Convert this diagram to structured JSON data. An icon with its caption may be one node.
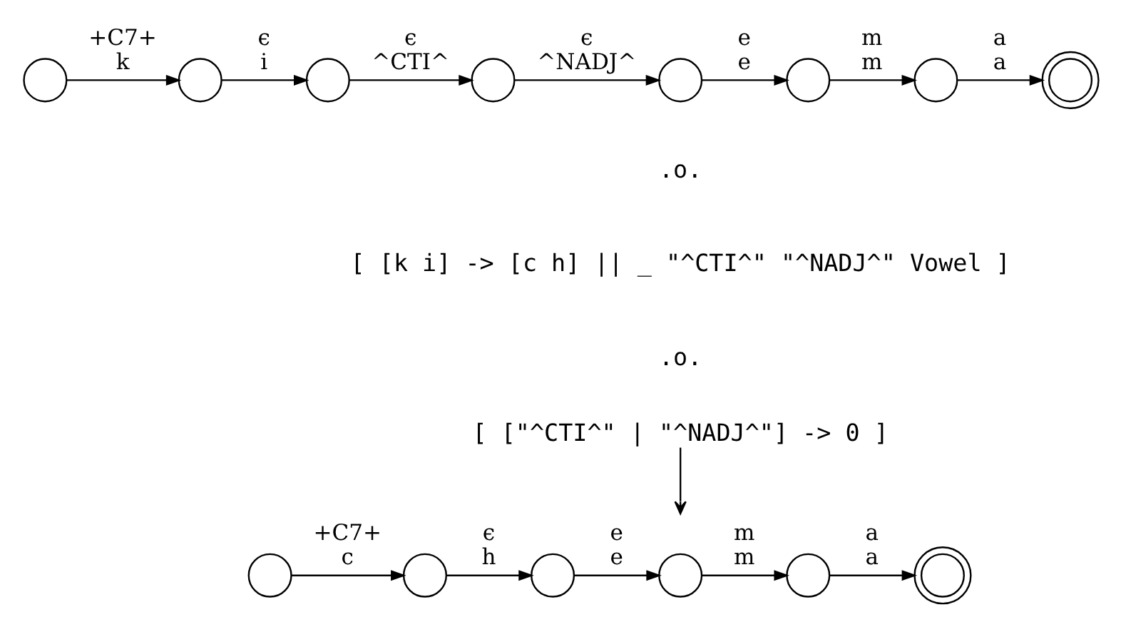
{
  "diagram": {
    "nodes": [
      {
        "text": [],
        "shape": "circle"
      },
      {
        "text": [],
        "shape": "circle"
      },
      {
        "text": [],
        "shape": "circle"
      },
      {
        "text": [],
        "shape": "circle"
      },
      {
        "text": [],
        "shape": "circle"
      },
      {
        "text": [],
        "shape": "circle"
      },
      {
        "text": [],
        "shape": "circle"
      },
      {
        "text": [],
        "shape": "doublecircle"
      },
      {
        "text": [
          "[ [\"^CTI^\" | \"^NADJ^\"] -> 0 ]"
        ]
      },
      {
        "text": [],
        "shape": "circle"
      },
      {
        "text": [],
        "shape": "circle"
      },
      {
        "text": [],
        "shape": "circle"
      },
      {
        "text": [],
        "shape": "circle"
      },
      {
        "text": [],
        "shape": "circle"
      },
      {
        "text": [],
        "shape": "doublecircle"
      }
    ],
    "edges": [
      {
        "from": 0,
        "to": 1,
        "arrow": "to",
        "label": "+C7+ k"
      },
      {
        "from": 1,
        "to": 2,
        "arrow": "to",
        "label": "ϵ i"
      },
      {
        "from": 2,
        "to": 3,
        "arrow": "to",
        "label": "ϵ ^CTI^"
      },
      {
        "from": 3,
        "to": 4,
        "arrow": "to",
        "label": "ϵ ^NADJ^"
      },
      {
        "from": 4,
        "to": 5,
        "arrow": "to",
        "label": "e e"
      },
      {
        "from": 5,
        "to": 6,
        "arrow": "to",
        "label": "m m"
      },
      {
        "from": 6,
        "to": 7,
        "arrow": "to",
        "label": "a a"
      },
      {
        "from": 8,
        "to": null,
        "arrow": "to"
      },
      {
        "from": 9,
        "to": 10,
        "arrow": "to",
        "label": "+C7+ c"
      },
      {
        "from": 10,
        "to": 11,
        "arrow": "to",
        "label": "ϵ h"
      },
      {
        "from": 11,
        "to": 12,
        "arrow": "to",
        "label": "e e"
      },
      {
        "from": 12,
        "to": 13,
        "arrow": "to",
        "label": "m m"
      },
      {
        "from": 13,
        "to": 14,
        "arrow": "to",
        "label": "a a"
      }
    ],
    "labels": [
      ".o.",
      "[ [k i] -> [c h] || _ \"^CTI^\" \"^NADJ^\" Vowel ]",
      ".o."
    ]
  }
}
